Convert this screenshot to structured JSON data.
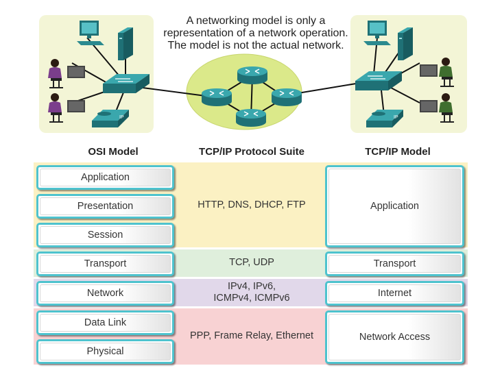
{
  "caption": {
    "line1": "A networking model is only a",
    "line2": "representation of a network operation.",
    "line3": "The model is not the actual network."
  },
  "headers": {
    "osi": "OSI Model",
    "suite": "TCP/IP Protocol  Suite",
    "tcpip": "TCP/IP Model"
  },
  "osi_layers": [
    "Application",
    "Presentation",
    "Session",
    "Transport",
    "Network",
    "Data Link",
    "Physical"
  ],
  "suite_groups": [
    {
      "lines": [
        "HTTP, DNS, DHCP, FTP"
      ],
      "color": "#fbf1c3"
    },
    {
      "lines": [
        "TCP, UDP"
      ],
      "color": "#dfefdc"
    },
    {
      "lines": [
        "IPv4, IPv6,",
        "ICMPv4, ICMPv6"
      ],
      "color": "#e1d8ea"
    },
    {
      "lines": [
        "PPP, Frame Relay, Ethernet"
      ],
      "color": "#f8d2d3"
    }
  ],
  "tcpip_layers": [
    "Application",
    "Transport",
    "Internet",
    "Network Access"
  ],
  "icons": {
    "phone_label": "IP"
  },
  "colors": {
    "layer_border": "#4ec3ce",
    "lan_bg": "#f3f5d6",
    "cloud": "#dbe98a",
    "device": "#2b8a8f"
  }
}
